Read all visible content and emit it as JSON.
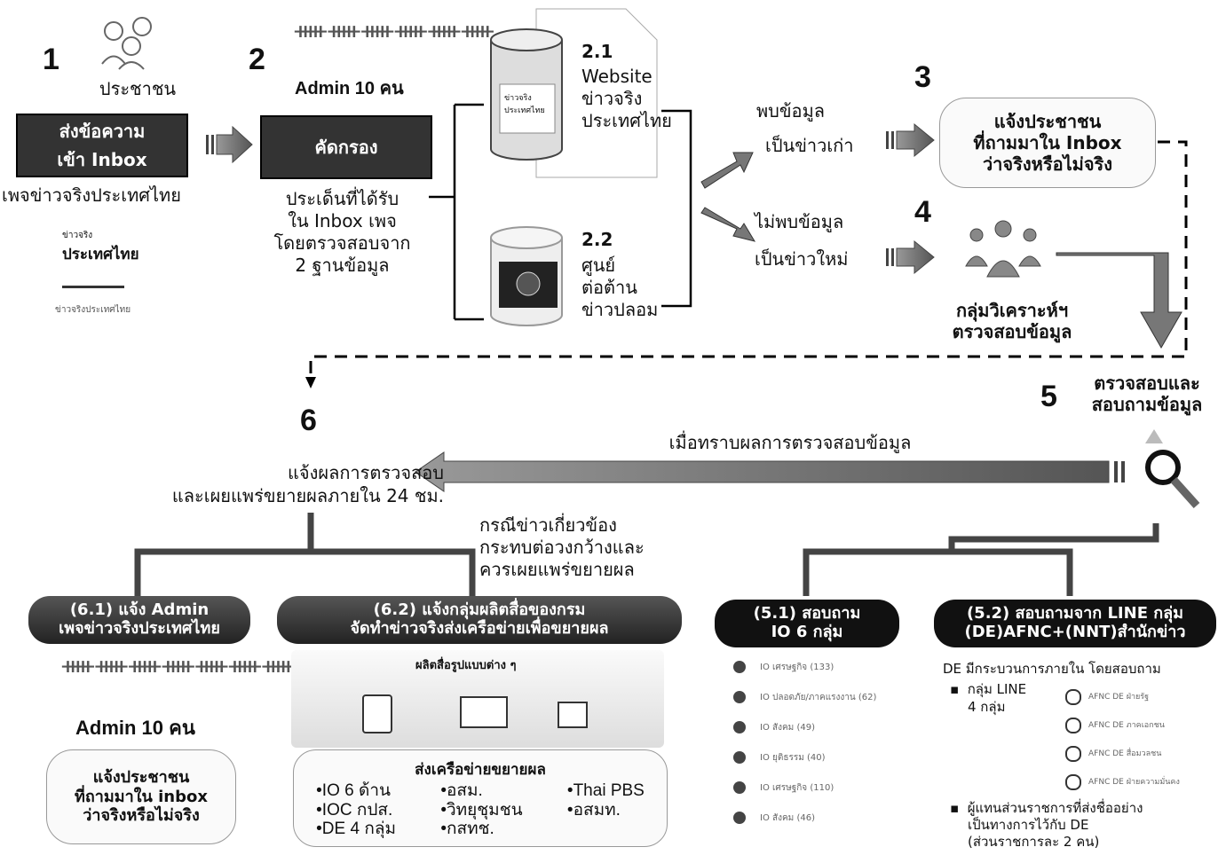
{
  "step1": {
    "num": "1",
    "people_label": "ประชาชน",
    "box_line1": "ส่งข้อความ",
    "box_line2": "เข้า Inbox",
    "page_label": "เพจข่าวจริงประเทศไทย",
    "logo_top": "ข่าวจริง",
    "logo_main": "ประเทศไทย",
    "logo_caption": "ข่าวจริงประเทศไทย"
  },
  "step2": {
    "num": "2",
    "admin_label": "Admin 10 คน",
    "box_label": "คัดกรอง",
    "desc": [
      "ประเด็นที่ได้รับ",
      "ใน Inbox เพจ",
      "โดยตรวจสอบจาก",
      "2 ฐานข้อมูล"
    ]
  },
  "db1": {
    "num": "2.1",
    "lines": [
      "Website",
      "ข่าวจริง",
      "ประเทศไทย"
    ],
    "logo": "ข่าวจริง ประเทศไทย"
  },
  "db2": {
    "num": "2.2",
    "lines": [
      "ศูนย์",
      "ต่อต้าน",
      "ข่าวปลอม"
    ]
  },
  "found": {
    "line1": "พบข้อมูล",
    "line2": "เป็นข่าวเก่า"
  },
  "notfound": {
    "line1": "ไม่พบข้อมูล",
    "line2": "เป็นข่าวใหม่"
  },
  "step3": {
    "num": "3",
    "lines": [
      "แจ้งประชาชน",
      "ที่ถามมาใน Inbox",
      "ว่าจริงหรือไม่จริง"
    ]
  },
  "step4": {
    "num": "4",
    "lines": [
      "กลุ่มวิเคราะห์ฯ",
      "ตรวจสอบข้อมูล"
    ]
  },
  "step5": {
    "num": "5",
    "lines": [
      "ตรวจสอบและ",
      "สอบถามข้อมูล"
    ]
  },
  "step6": {
    "num": "6",
    "lines": [
      "แจ้งผลการตรวจสอบ",
      "และเผยแพร่ขยายผลภายใน 24 ชม."
    ]
  },
  "arrow_label": "เมื่อทราบผลการตรวจสอบข้อมูล",
  "case_note": [
    "กรณีข่าวเกี่ยวข้อง",
    "กระทบต่อวงกว้างและ",
    "ควรเผยแพร่ขยายผล"
  ],
  "s61": {
    "title1": "(6.1) แจ้ง Admin",
    "title2": "เพจข่าวจริงประเทศไทย",
    "admin_label": "Admin 10 คน",
    "box": [
      "แจ้งประชาชน",
      "ที่ถามมาใน inbox",
      "ว่าจริงหรือไม่จริง"
    ]
  },
  "s62": {
    "title1": "(6.2) แจ้งกลุ่มผลิตสื่อของกรม",
    "title2": "จัดทำข่าวจริงส่งเครือข่ายเพื่อขยายผล",
    "media_label": "ผลิตสื่อรูปแบบต่าง ๆ",
    "network_title": "ส่งเครือข่ายขยายผล",
    "col1": [
      "•IO 6 ด้าน",
      "•IOC กปส.",
      "•DE 4 กลุ่ม"
    ],
    "col2": [
      "•อสม.",
      "•วิทยุชุมชน",
      "•กสทช."
    ],
    "col3": [
      "•Thai PBS",
      "•อสมท."
    ]
  },
  "s51": {
    "title1": "(5.1) สอบถาม",
    "title2": "IO 6 กลุ่ม",
    "items": [
      "IO เศรษฐกิจ (133)",
      "IO ปลอดภัย/ภาคแรงงาน (62)",
      "IO สังคม (49)",
      "IO ยุติธรรม (40)",
      "IO เศรษฐกิจ (110)",
      "IO สังคม (46)"
    ]
  },
  "s52": {
    "title1": "(5.2) สอบถามจาก LINE กลุ่ม",
    "title2": "(DE)AFNC+(NNT)สำนักข่าว",
    "intro": "DE มีกระบวนการภายใน โดยสอบถาม",
    "bullet1a": "กลุ่ม LINE",
    "bullet1b": "4 กลุ่ม",
    "line_groups": [
      "AFNC DE ฝ่ายรัฐ",
      "AFNC DE ภาคเอกชน",
      "AFNC DE สื่อมวลชน",
      "AFNC DE ฝ่ายความมั่นคง"
    ],
    "bullet2": [
      "ผู้แทนส่วนราชการที่ส่งชื่ออย่าง",
      "เป็นทางการไว้กับ DE",
      "(ส่วนราชการละ 2 คน)"
    ]
  }
}
